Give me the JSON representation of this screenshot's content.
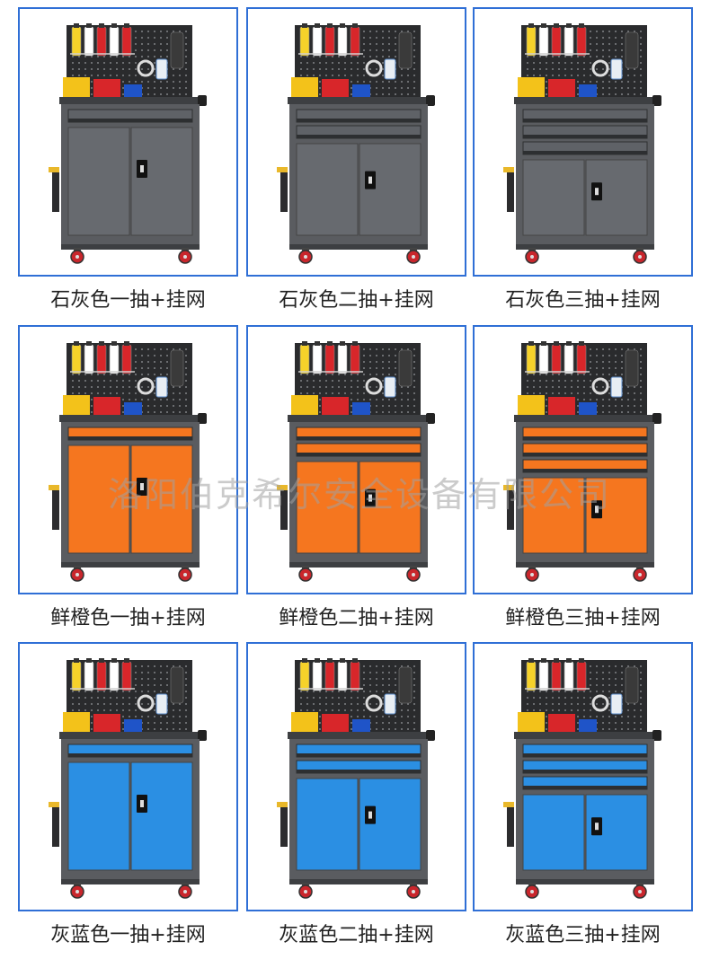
{
  "colors": {
    "frame": "#5a5c60",
    "frame_dark": "#3d3f42",
    "border": "#2f6fd6",
    "gray_door": "#676a6f",
    "orange_door": "#f5761f",
    "blue_door": "#2b8fe3",
    "pegboard": "#2a2b2d",
    "bin_yellow": "#f3c21a",
    "bin_red": "#d8262a",
    "bin_blue": "#1f54c8",
    "wheel": "#c9262c"
  },
  "products": [
    {
      "label": "石灰色一抽+挂网",
      "color": "gray",
      "drawers": 1
    },
    {
      "label": "石灰色二抽+挂网",
      "color": "gray",
      "drawers": 2
    },
    {
      "label": "石灰色三抽+挂网",
      "color": "gray",
      "drawers": 3
    },
    {
      "label": "鲜橙色一抽+挂网",
      "color": "orange",
      "drawers": 1
    },
    {
      "label": "鲜橙色二抽+挂网",
      "color": "orange",
      "drawers": 2
    },
    {
      "label": "鲜橙色三抽+挂网",
      "color": "orange",
      "drawers": 3
    },
    {
      "label": "灰蓝色一抽+挂网",
      "color": "blue",
      "drawers": 1
    },
    {
      "label": "灰蓝色二抽+挂网",
      "color": "blue",
      "drawers": 2
    },
    {
      "label": "灰蓝色三抽+挂网",
      "color": "blue",
      "drawers": 3
    }
  ],
  "watermark": "洛阳伯克希尔安全设备有限公司"
}
